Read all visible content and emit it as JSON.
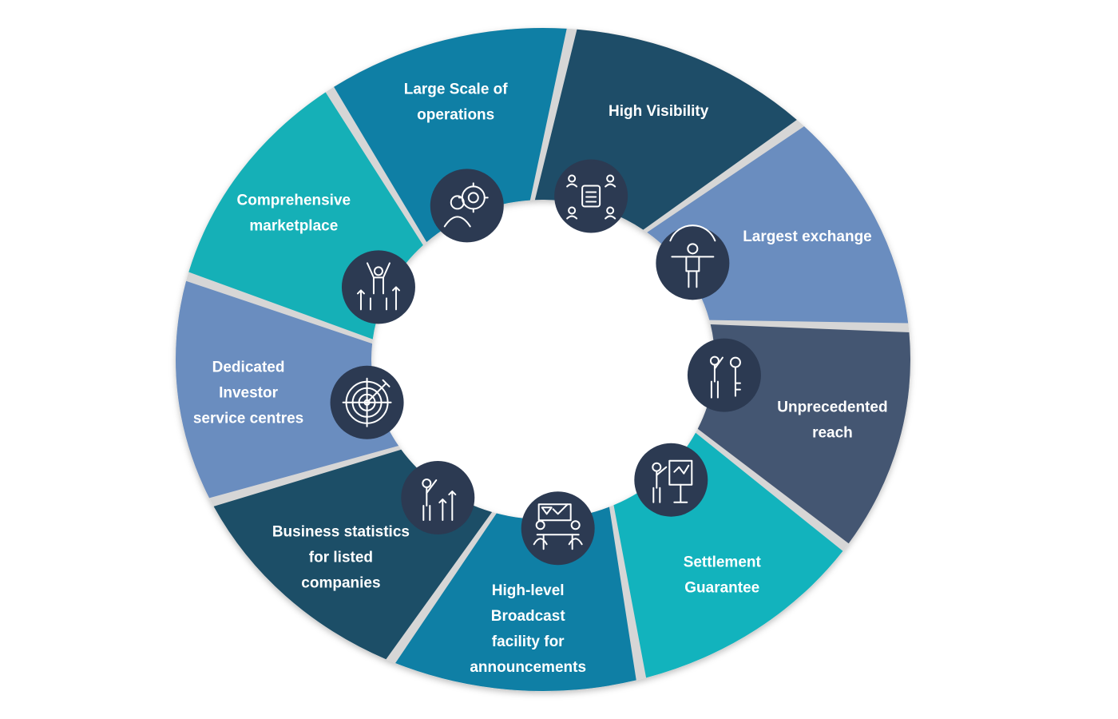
{
  "segments": [
    {
      "id": "high-visibility",
      "lines": [
        "High Visibility"
      ],
      "color": "#1e4d68",
      "icon": "people-network-icon"
    },
    {
      "id": "largest-exchange",
      "lines": [
        "Largest exchange"
      ],
      "color": "#6a8dbf",
      "icon": "person-arms-spread-icon"
    },
    {
      "id": "unprecedented-reach",
      "lines": [
        "Unprecedented",
        "reach"
      ],
      "color": "#445672",
      "icon": "person-with-key-icon"
    },
    {
      "id": "settlement-guarantee",
      "lines": [
        "Settlement",
        "Guarantee"
      ],
      "color": "#12b3bd",
      "icon": "presenter-board-icon"
    },
    {
      "id": "broadcast-facility",
      "lines": [
        "High-level",
        "Broadcast",
        "facility for",
        "announcements"
      ],
      "color": "#0f7fa5",
      "icon": "meeting-table-icon"
    },
    {
      "id": "business-statistics",
      "lines": [
        "Business statistics",
        "for listed",
        "companies"
      ],
      "color": "#1c4e67",
      "icon": "growth-arrows-person-icon"
    },
    {
      "id": "investor-service-centres",
      "lines": [
        "Dedicated",
        "Investor",
        "service centres"
      ],
      "color": "#6a8dbf",
      "icon": "target-dartboard-icon"
    },
    {
      "id": "comprehensive-marketplace",
      "lines": [
        "Comprehensive",
        "marketplace"
      ],
      "color": "#15b0b7",
      "icon": "person-celebrating-arrows-icon"
    },
    {
      "id": "large-scale-operations",
      "lines": [
        "Large Scale of",
        "operations"
      ],
      "color": "#0f7fa5",
      "icon": "person-gear-icon"
    }
  ],
  "colors": {
    "badge": "#2c3a52",
    "gap": "#d6d6d6",
    "text": "#ffffff"
  }
}
